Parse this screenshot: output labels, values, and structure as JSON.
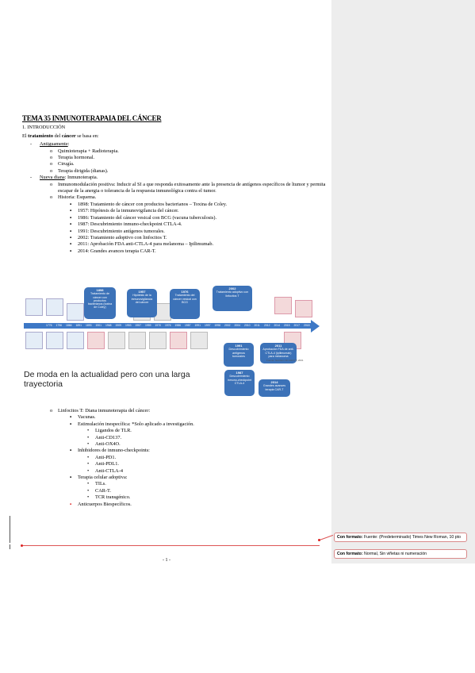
{
  "title": "TEMA 35 INMUNOTERAPAIA DEL CÁNCER",
  "section": "1. INTRODUCCIÓN",
  "intro": {
    "pre": "El ",
    "bold1": "tratamiento",
    "mid": " del ",
    "bold2": "cáncer",
    "post": " se basa en:"
  },
  "ant": {
    "label": "Antiguamente",
    "suffix": ":",
    "items": [
      "Quimioterapia + Radioterapia.",
      "Terapia hormonal.",
      "Cirugía.",
      "Terapia dirigida (dianas)."
    ]
  },
  "nueva": {
    "label": "Nueva diana",
    "suffix": ": Inmunoterapia.",
    "sub1": "Inmunomodulación positiva: Inducir al SI a que responda exitosamente ante la presencia de antígenos específicos de ltumor y permita escapar de la anergia o tolerancia de la respuesta inmunológica contra el tumor.",
    "sub2": "Historia: Esquema.",
    "historia": [
      "1898: Tratamiento de cáncer con productos bacterianos – Toxina de Coley.",
      "1957: Hipótesis de la inmunovigilancia del cáncer.",
      "1986: Tratamiento del cáncer vesical con BCG (vacuna tuberculosis).",
      "1987: Descubrimiento inmuno-checkpoint CTLA-4.",
      "1991: Descubrimiento antígenos tumorales.",
      "2002: Tratamiento adoptivo con linfocitos T.",
      "2011: Aprobación FDA anti-CTLA-4 para melanoma – Ipilimumab.",
      "2014: Grandes avances terapia CAR-T."
    ]
  },
  "infographic": {
    "ticks": [
      "1776",
      "1796",
      "1866",
      "1891",
      "1893",
      "1901",
      "1968",
      "1909",
      "1953",
      "1957",
      "1959",
      "1970",
      "1976",
      "1986",
      "1987",
      "1991",
      "1997",
      "1998",
      "2002",
      "2004",
      "2010",
      "2011",
      "2012",
      "2014",
      "2015",
      "2017",
      "2018"
    ],
    "bubbles": [
      {
        "year": "1898",
        "text": "Tratamiento de cáncer con productos bacterianos (toxina de Coley)"
      },
      {
        "year": "1957",
        "text": "Hipótesis de la inmunovigilancia del cáncer"
      },
      {
        "year": "1976",
        "text": "Tratamiento del cáncer vesical con BCG"
      },
      {
        "year": "2002",
        "text": "Tratamiento adoptivo con linfocitos T"
      },
      {
        "year": "1991",
        "text": "Descubrimiento antígenos tumorales"
      },
      {
        "year": "1987",
        "text": "Descubrimiento inmuno-checkpoint CTLA-4"
      },
      {
        "year": "2011",
        "text": "Aprobación FDA de anti-CTLA-4 (ipilimumab) para melanoma"
      },
      {
        "year": "2014",
        "text": "Grandes avances terapia CAR-T"
      }
    ],
    "slogan": "De moda en la actualidad pero con una larga trayectoria",
    "source": "Fuente: Nat Rev Clin 2017(7) 2001"
  },
  "linfocitos": {
    "label": "Linfocitos T: Diana inmunoterapia del cáncer:",
    "vacunas": "Vacunas.",
    "estim": "Estimulación inespecífica: *Solo aplicado a investigación.",
    "estim_items": [
      "Ligandos de TLR.",
      "Anti-CD137.",
      "Anti-OX4O."
    ],
    "inhib": "Inhibidores de inmuno-checkpoints:",
    "inhib_items": [
      "Anti-PD1.",
      "Anti-PDL1.",
      "Anti-CTLA-4"
    ],
    "terapia": "Terapia celular adoptiva:",
    "terapia_items": [
      "TILs.",
      "CAR-T.",
      "TCR transgénico."
    ],
    "anticuerpos": "Anticuerpos Biespecíficos."
  },
  "comments": [
    {
      "label": "Con formato:",
      "text": " Fuente: (Predeterminado) Times New Roman, 10 pto"
    },
    {
      "label": "Con formato:",
      "text": " Normal,  Sin viñetas ni numeración"
    }
  ],
  "page_number": "- 1 -",
  "colors": {
    "timeline": "#3d78c6",
    "comment_border": "#d98a8a",
    "revision": "#dd2222"
  }
}
